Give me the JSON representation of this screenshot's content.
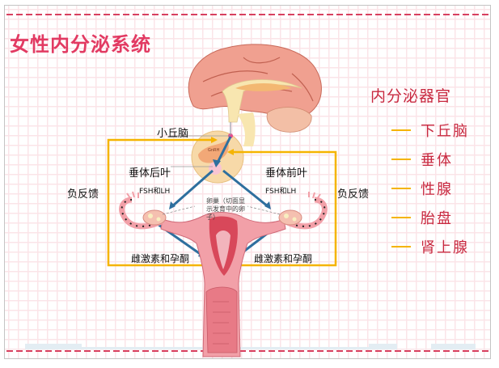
{
  "title": "女性内分泌系统",
  "organs": {
    "heading": "内分泌器官",
    "items": [
      {
        "label": "下丘脑"
      },
      {
        "label": "垂体"
      },
      {
        "label": "性腺"
      },
      {
        "label": "胎盘"
      },
      {
        "label": "肾上腺"
      }
    ]
  },
  "diagram": {
    "hypothalamus": "小丘脑",
    "posterior_pituitary": "垂体后叶",
    "anterior_pituitary": "垂体前叶",
    "gnrh": "GnRH",
    "hormones_pituitary": "FSH和LH",
    "ovary_note": "卵巢（切面显示发育中的卵子）",
    "ovary_note_lines": [
      "卵巢（切面显",
      "示发育中的卵",
      "子）"
    ],
    "hormones_ovary_left": "雌激素和孕酮",
    "hormones_ovary_right": "雌激素和孕酮",
    "feedback_left": "负反馈",
    "feedback_right": "负反馈"
  },
  "colors": {
    "title": "#e23a62",
    "organ_text": "#c8283f",
    "feedback_line": "#f5b400",
    "arrow": "#2e6f9e",
    "dash": "#d8405f",
    "grid": "#fbe4e8"
  }
}
